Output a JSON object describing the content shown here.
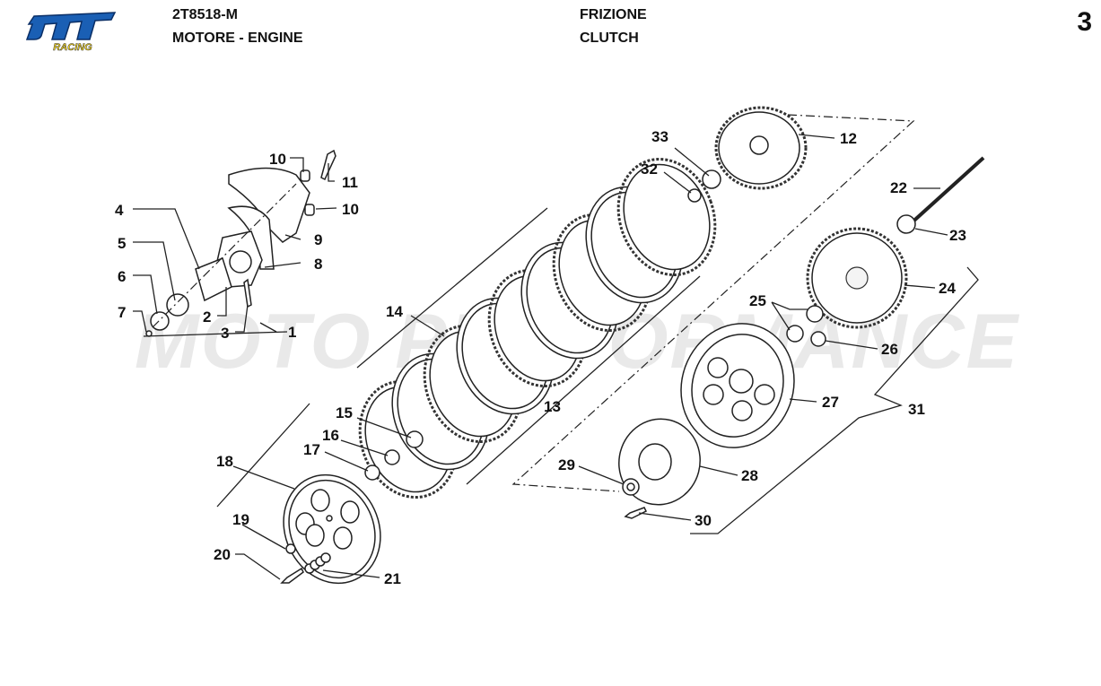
{
  "header": {
    "logo": {
      "brand": "tm",
      "sub": "RACING",
      "primary_color": "#1a5fb4",
      "accent_color": "#f2d21b"
    },
    "code": "2T8518-M",
    "section": "MOTORE - ENGINE",
    "title_it": "FRIZIONE",
    "title_en": "CLUTCH",
    "page_number": "3"
  },
  "watermark": "MOTO PERFORMANCE",
  "callouts": [
    {
      "id": "1",
      "text": "1"
    },
    {
      "id": "2",
      "text": "2"
    },
    {
      "id": "3",
      "text": "3"
    },
    {
      "id": "4",
      "text": "4"
    },
    {
      "id": "5",
      "text": "5"
    },
    {
      "id": "6",
      "text": "6"
    },
    {
      "id": "7",
      "text": "7"
    },
    {
      "id": "8",
      "text": "8"
    },
    {
      "id": "9",
      "text": "9"
    },
    {
      "id": "10a",
      "text": "10"
    },
    {
      "id": "10b",
      "text": "10"
    },
    {
      "id": "11",
      "text": "11"
    },
    {
      "id": "12",
      "text": "12"
    },
    {
      "id": "13",
      "text": "13"
    },
    {
      "id": "14",
      "text": "14"
    },
    {
      "id": "15",
      "text": "15"
    },
    {
      "id": "16",
      "text": "16"
    },
    {
      "id": "17",
      "text": "17"
    },
    {
      "id": "18",
      "text": "18"
    },
    {
      "id": "19",
      "text": "19"
    },
    {
      "id": "20",
      "text": "20"
    },
    {
      "id": "21",
      "text": "21"
    },
    {
      "id": "22",
      "text": "22"
    },
    {
      "id": "23",
      "text": "23"
    },
    {
      "id": "24",
      "text": "24"
    },
    {
      "id": "25",
      "text": "25"
    },
    {
      "id": "26",
      "text": "26"
    },
    {
      "id": "27",
      "text": "27"
    },
    {
      "id": "28",
      "text": "28"
    },
    {
      "id": "29",
      "text": "29"
    },
    {
      "id": "30",
      "text": "30"
    },
    {
      "id": "31",
      "text": "31"
    },
    {
      "id": "32",
      "text": "32"
    },
    {
      "id": "33",
      "text": "33"
    }
  ]
}
